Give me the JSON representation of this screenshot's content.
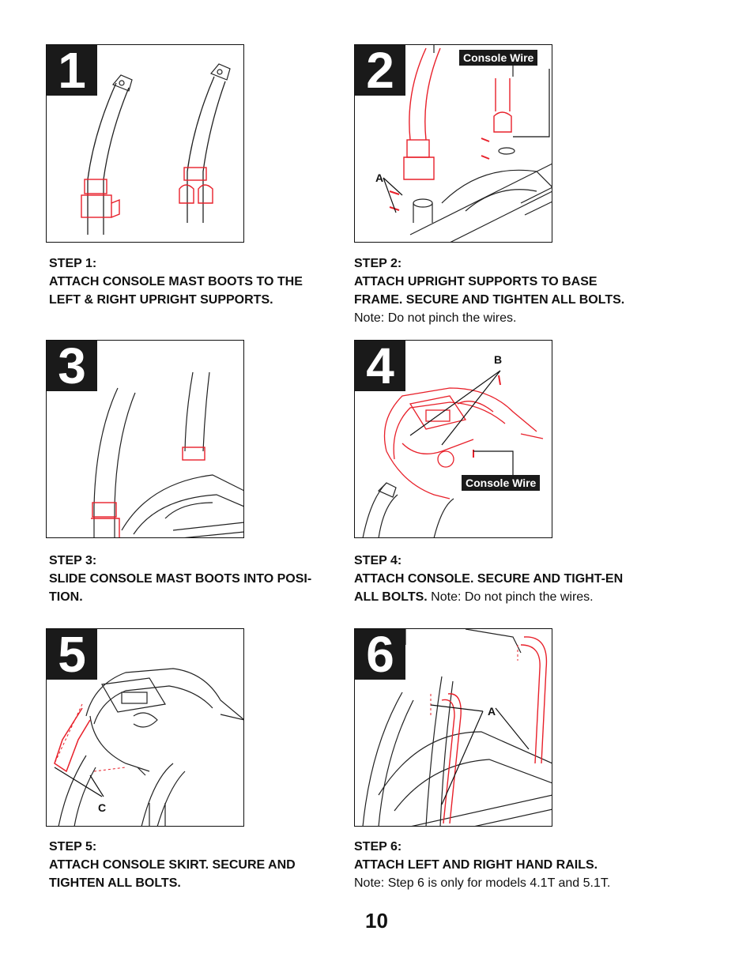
{
  "steps": [
    {
      "number": "1",
      "heading": "STEP 1:",
      "text": "ATTACH CONSOLE MAST BOOTS TO THE LEFT & RIGHT UPRIGHT SUPPORTS.",
      "note": ""
    },
    {
      "number": "2",
      "heading": "STEP 2:",
      "text": "ATTACH UPRIGHT SUPPORTS TO BASE FRAME. SECURE AND TIGHTEN ALL BOLTS.",
      "note": " Note: Do not pinch the wires."
    },
    {
      "number": "3",
      "heading": "STEP 3:",
      "text": "SLIDE CONSOLE MAST BOOTS INTO POSI-TION.",
      "note": ""
    },
    {
      "number": "4",
      "heading": "STEP 4:",
      "text": "ATTACH CONSOLE. SECURE AND TIGHT-EN ALL BOLTS.",
      "note": " Note: Do not pinch the wires."
    },
    {
      "number": "5",
      "heading": "STEP 5:",
      "text": "ATTACH CONSOLE SKIRT. SECURE AND TIGHTEN ALL BOLTS.",
      "note": ""
    },
    {
      "number": "6",
      "heading": "STEP 6:",
      "text": "ATTACH LEFT AND RIGHT HAND RAILS.",
      "note": " Note: Step 6 is only for models 4.1T and 5.1T."
    }
  ],
  "callouts": {
    "console_wire": "Console Wire",
    "label_a": "A",
    "label_b": "B",
    "label_c": "C"
  },
  "page_number": "10",
  "colors": {
    "accent": "#e8202a",
    "ink": "#1a1a1a"
  }
}
